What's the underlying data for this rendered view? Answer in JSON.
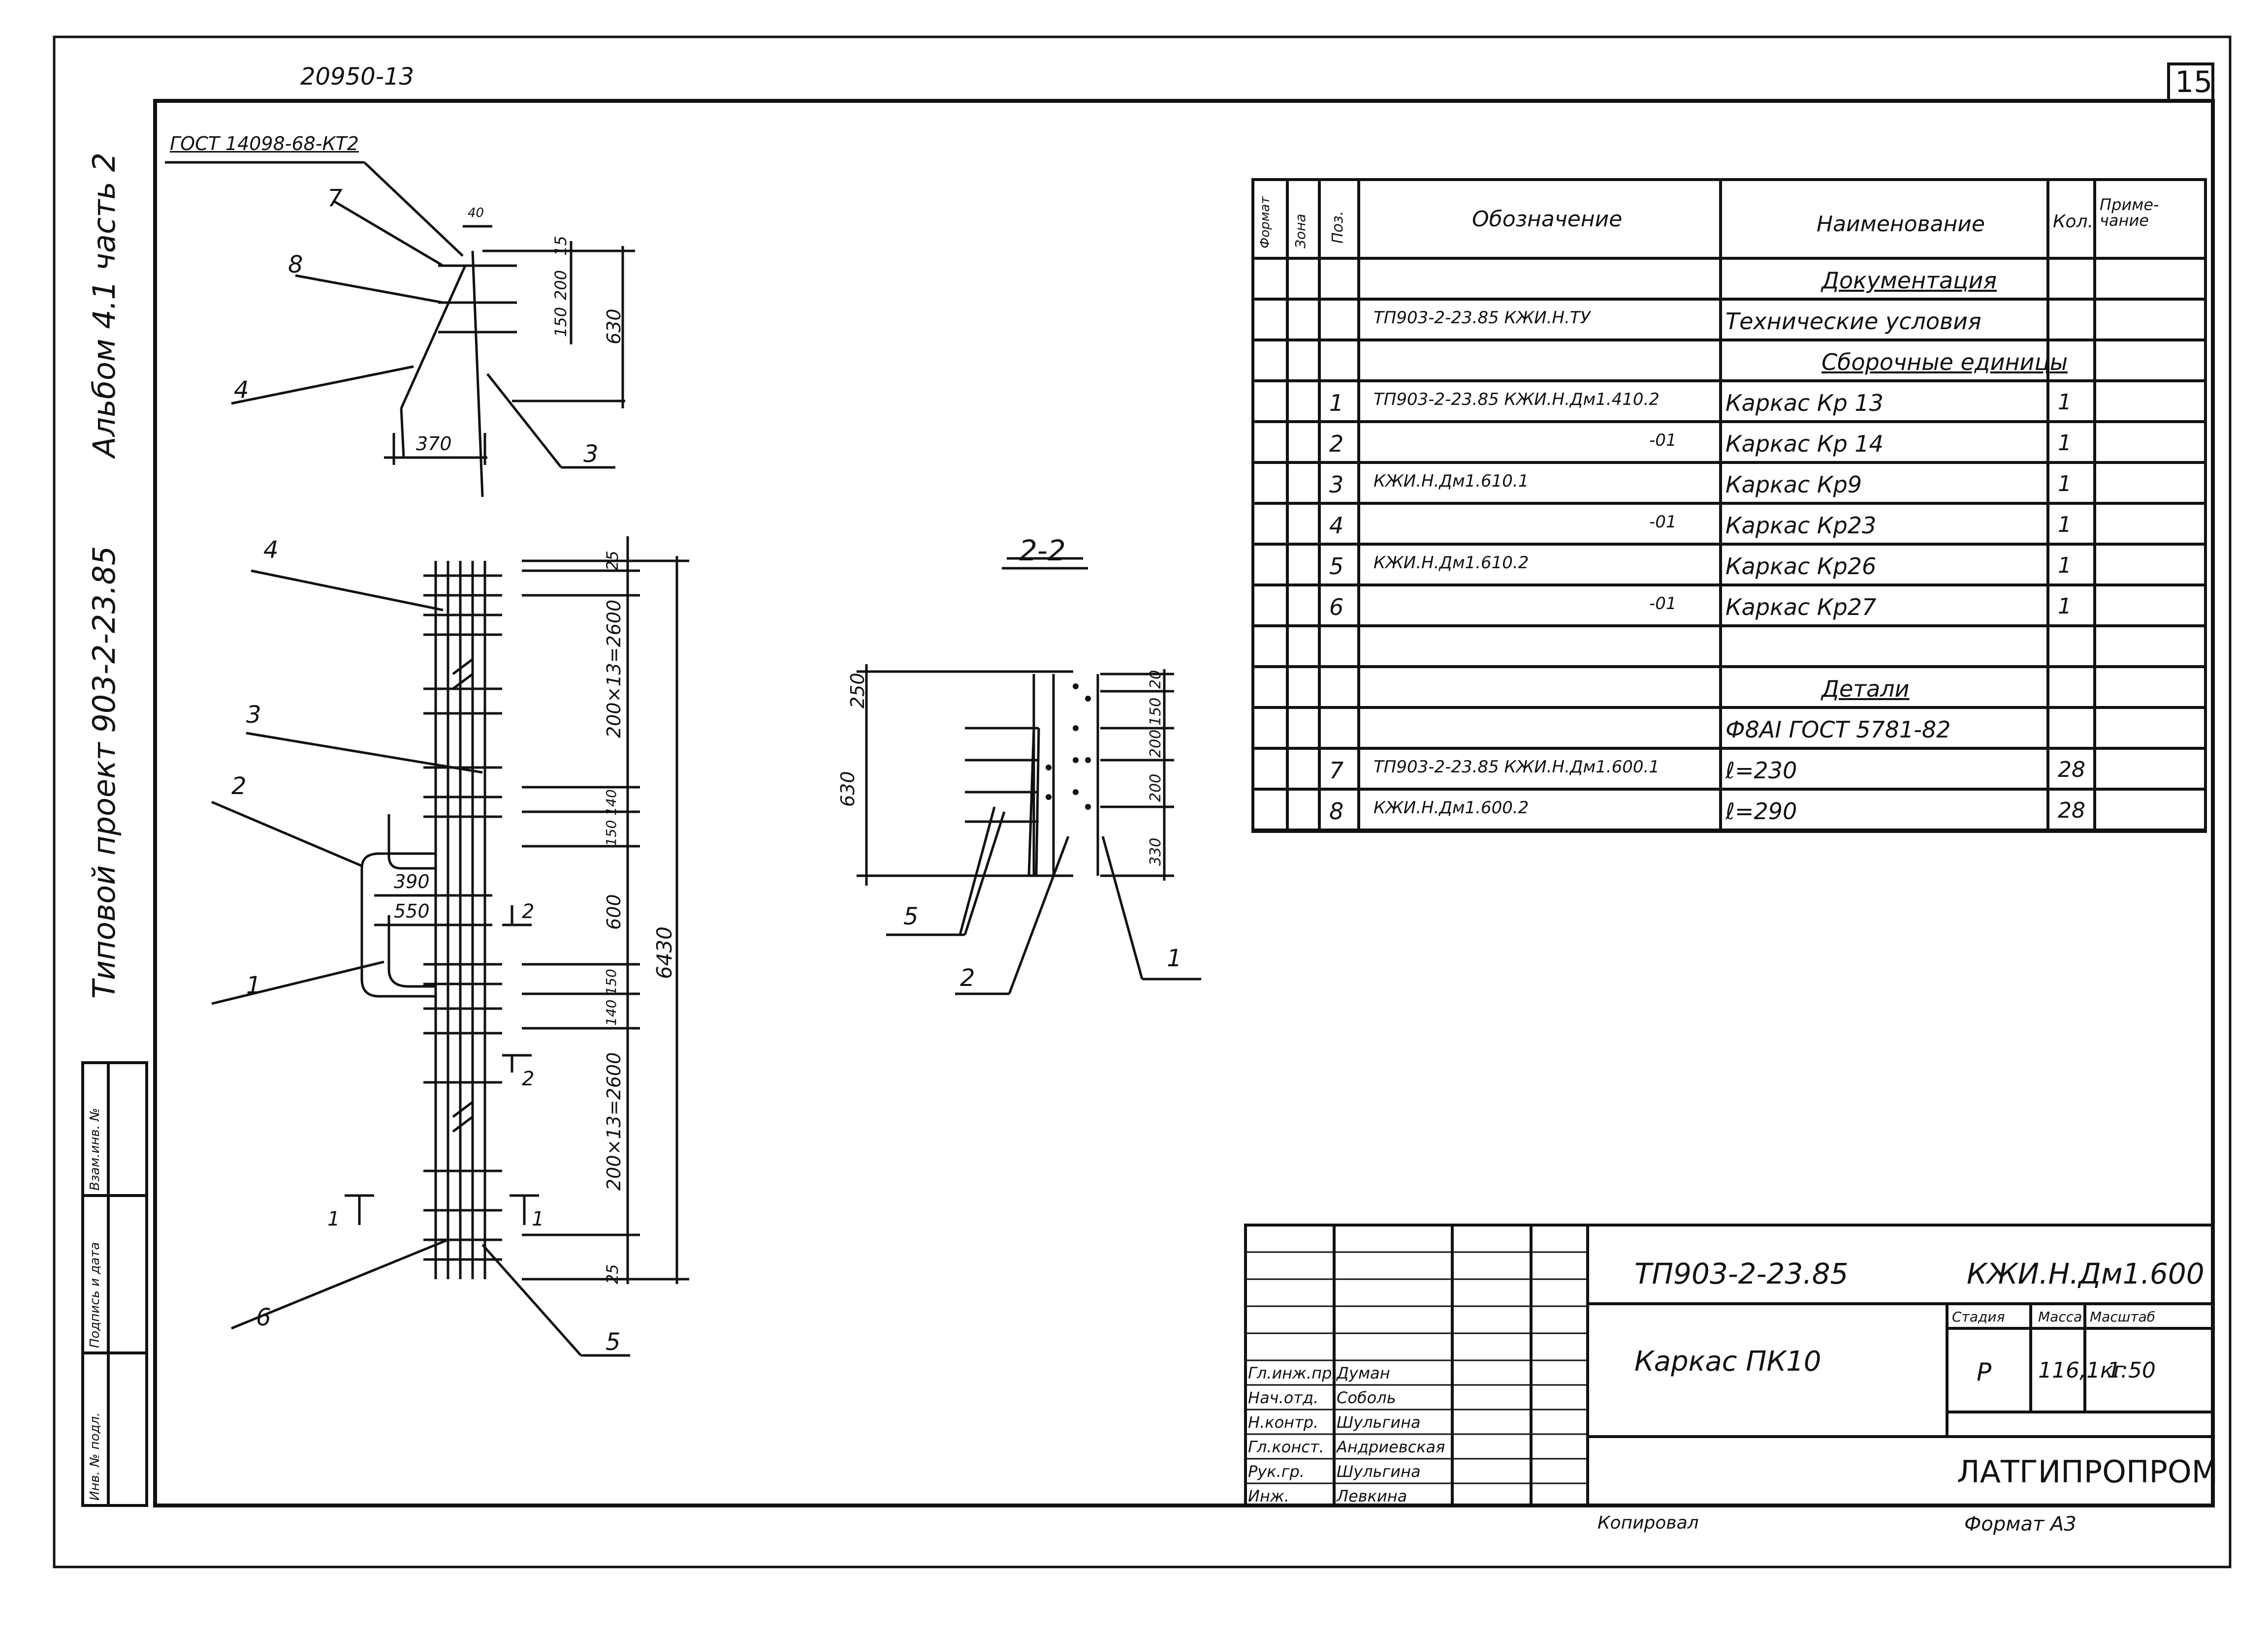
{
  "header": {
    "top_code": "20950-13",
    "sheet_number": "15",
    "margin_album": "Альбом 4.1 часть 2",
    "margin_project": "Типовой проект 903-2-23.85"
  },
  "left_stamp": {
    "inv_no": "Инв. № подл.",
    "sign_date": "Подпись и дата",
    "replace_inv": "Взам.инв. №"
  },
  "top_view": {
    "gost_label": "ГОСТ 14098-68-КТ2",
    "pos_7": "7",
    "pos_8": "8",
    "pos_4": "4",
    "pos_3": "3",
    "dim_370": "370",
    "dim_15": "15",
    "dim_200": "200",
    "dim_150": "150",
    "dim_630": "630",
    "dim_40": "40"
  },
  "elevation": {
    "pos_4": "4",
    "pos_3": "3",
    "pos_2": "2",
    "pos_1": "1",
    "pos_6": "6",
    "pos_5": "5",
    "dim_390": "390",
    "dim_550": "550",
    "dim_25_top": "25",
    "dim_seg1": "200×13=2600",
    "dim_150_140": "150 140",
    "dim_600": "600",
    "dim_140_150": "140 150",
    "dim_seg2": "200×13=2600",
    "dim_25_bot": "25",
    "dim_total": "6430",
    "section_mark_2": "2",
    "section_mark_1": "1"
  },
  "section_2_2": {
    "title": "2-2",
    "dim_250": "250",
    "dim_630": "630",
    "dim_20": "20",
    "dim_150": "150",
    "dim_200a": "200",
    "dim_200b": "200",
    "dim_330": "330",
    "pos_5": "5",
    "pos_2": "2",
    "pos_1": "1"
  },
  "spec_table": {
    "headers": {
      "format": "Формат",
      "zone": "Зона",
      "pos": "Поз.",
      "designation": "Обозначение",
      "name": "Наименование",
      "qty": "Кол.",
      "note": "Приме-чание"
    },
    "rows": [
      {
        "pos": "",
        "designation": "",
        "name": "Документация",
        "qty": "",
        "kind": "section"
      },
      {
        "pos": "",
        "designation": "ТП903-2-23.85        КЖИ.Н.ТУ",
        "name": "Технические условия",
        "qty": "",
        "kind": "row"
      },
      {
        "pos": "",
        "designation": "",
        "name": "Сборочные единицы",
        "qty": "",
        "kind": "section"
      },
      {
        "pos": "1",
        "designation": "ТП903-2-23.85    КЖИ.Н.Дм1.410.2",
        "name": "Каркас Кр 13",
        "qty": "1",
        "kind": "row"
      },
      {
        "pos": "2",
        "designation": "-01",
        "name": "Каркас Кр 14",
        "qty": "1",
        "kind": "row"
      },
      {
        "pos": "3",
        "designation": "КЖИ.Н.Дм1.610.1",
        "name": "Каркас Кр9",
        "qty": "1",
        "kind": "row"
      },
      {
        "pos": "4",
        "designation": "-01",
        "name": "Каркас Кр23",
        "qty": "1",
        "kind": "row"
      },
      {
        "pos": "5",
        "designation": "КЖИ.Н.Дм1.610.2",
        "name": "Каркас Кр26",
        "qty": "1",
        "kind": "row"
      },
      {
        "pos": "6",
        "designation": "-01",
        "name": "Каркас Кр27",
        "qty": "1",
        "kind": "row"
      },
      {
        "pos": "",
        "designation": "",
        "name": "",
        "qty": "",
        "kind": "blank"
      },
      {
        "pos": "",
        "designation": "",
        "name": "Детали",
        "qty": "",
        "kind": "section"
      },
      {
        "pos": "",
        "designation": "",
        "name": "Ф8АI ГОСТ 5781-82",
        "qty": "",
        "kind": "row"
      },
      {
        "pos": "7",
        "designation": "ТП903-2-23.85    КЖИ.Н.Дм1.600.1",
        "name": "ℓ=230",
        "qty": "28",
        "kind": "row"
      },
      {
        "pos": "8",
        "designation": "КЖИ.Н.Дм1.600.2",
        "name": "ℓ=290",
        "qty": "28",
        "kind": "row"
      }
    ]
  },
  "title_block": {
    "project_code": "ТП903-2-23.85",
    "doc_code": "КЖИ.Н.Дм1.600",
    "title": "Каркас ПК10",
    "stage_label": "Стадия",
    "mass_label": "Масса",
    "scale_label": "Масштаб",
    "stage": "Р",
    "mass": "116,1кг",
    "scale": "1:50",
    "org": "ЛАТГИПРОПРОМ",
    "roles": [
      {
        "role": "Гл.инж.пр.",
        "name": "Думан"
      },
      {
        "role": "Нач.отд.",
        "name": "Соболь"
      },
      {
        "role": "Н.контр.",
        "name": "Шульгина"
      },
      {
        "role": "Гл.конст.",
        "name": "Андриевская"
      },
      {
        "role": "Рук.гр.",
        "name": "Шульгина"
      },
      {
        "role": "Инж.",
        "name": "Левкина"
      }
    ],
    "copied": "Копировал",
    "format": "Формат А3"
  }
}
